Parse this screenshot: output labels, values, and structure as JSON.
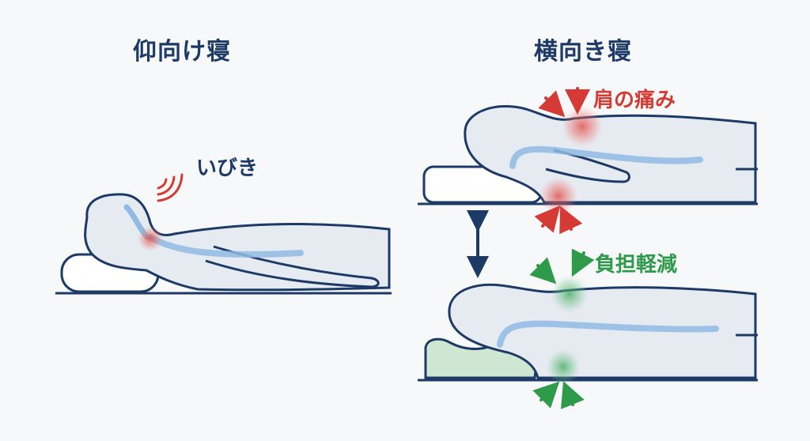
{
  "titles": {
    "supine": "仰向け寝",
    "side": "横向き寝"
  },
  "annotations": {
    "snoring": "いびき",
    "shoulder_pain": "肩の痛み",
    "burden_reduced": "負担軽減"
  },
  "colors": {
    "outline": "#1d3a66",
    "body_fill": "#e6eaf1",
    "spine": "#8fbbe3",
    "pain": "#d53a34",
    "relief": "#2e9b4a",
    "pillow_standard": "#ffffff",
    "pillow_contour": "#cfe7d2"
  },
  "icons": [
    "sound-waves-icon",
    "double-arrow-icon",
    "pressure-arrow-icon"
  ]
}
